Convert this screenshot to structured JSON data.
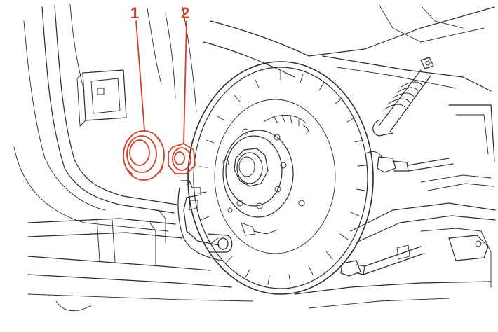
{
  "colors": {
    "highlight": "#d0402a",
    "line": "#2a2a2a",
    "background": "#ffffff"
  },
  "callouts": [
    {
      "label": "1",
      "part": "hub-cap-ring"
    },
    {
      "label": "2",
      "part": "hub-nut"
    }
  ]
}
